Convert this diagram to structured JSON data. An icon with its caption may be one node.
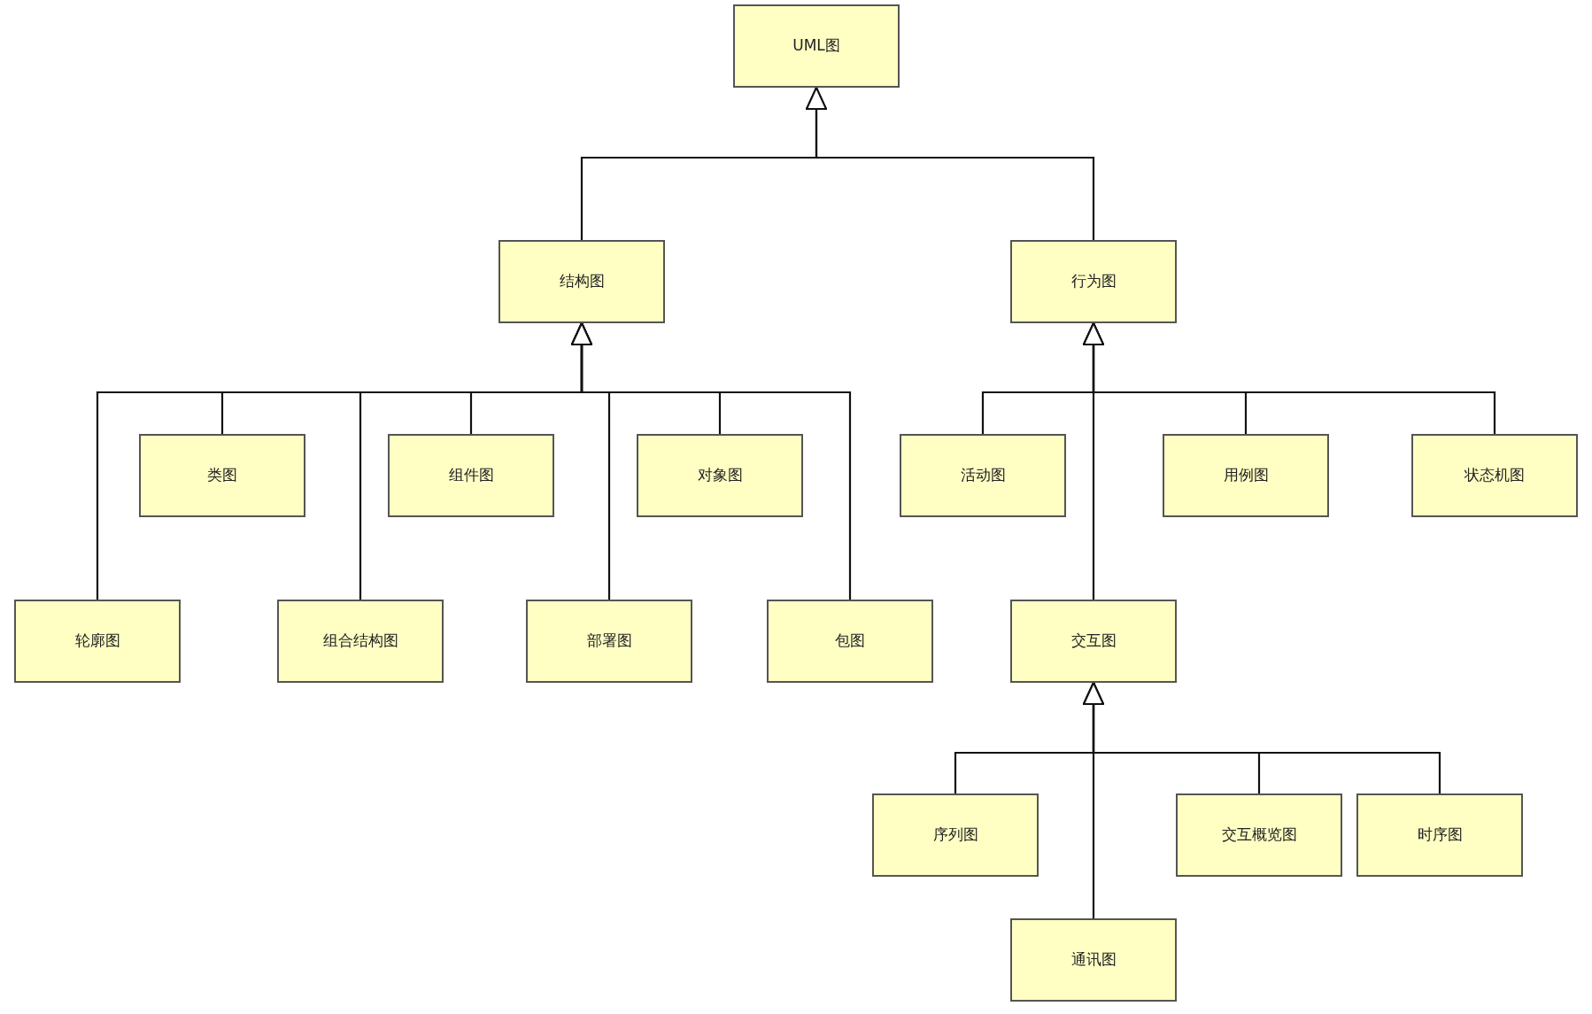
{
  "diagram": {
    "nodes": [
      {
        "text": [
          "UML图"
        ]
      },
      {
        "text": [
          "结构图"
        ]
      },
      {
        "text": [
          "行为图"
        ]
      },
      {
        "text": [
          "类图"
        ]
      },
      {
        "text": [
          "组件图"
        ]
      },
      {
        "text": [
          "对象图"
        ]
      },
      {
        "text": [
          "轮廓图"
        ]
      },
      {
        "text": [
          "组合结构图"
        ]
      },
      {
        "text": [
          "部署图"
        ]
      },
      {
        "text": [
          "包图"
        ]
      },
      {
        "text": [
          "活动图"
        ]
      },
      {
        "text": [
          "用例图"
        ]
      },
      {
        "text": [
          "状态机图"
        ]
      },
      {
        "text": [
          "交互图"
        ]
      },
      {
        "text": [
          "序列图"
        ]
      },
      {
        "text": [
          "交互概览图"
        ]
      },
      {
        "text": [
          "通讯图"
        ]
      },
      {
        "text": [
          "时序图"
        ]
      }
    ],
    "edges": [
      {
        "from": 1,
        "to": 0,
        "arrow": "to"
      },
      {
        "from": 2,
        "to": 0,
        "arrow": "to"
      },
      {
        "from": 6,
        "to": 1,
        "arrow": "to"
      },
      {
        "from": 3,
        "to": 1,
        "arrow": "to"
      },
      {
        "from": 7,
        "to": 1,
        "arrow": "to"
      },
      {
        "from": 4,
        "to": 1,
        "arrow": "to"
      },
      {
        "from": 8,
        "to": 1,
        "arrow": "to"
      },
      {
        "from": 5,
        "to": 1,
        "arrow": "to"
      },
      {
        "from": 9,
        "to": 1,
        "arrow": "to"
      },
      {
        "from": 10,
        "to": 2,
        "arrow": "to"
      },
      {
        "from": 11,
        "to": 2,
        "arrow": "to"
      },
      {
        "from": 12,
        "to": 2,
        "arrow": "to"
      },
      {
        "from": 13,
        "to": 2,
        "arrow": "to"
      },
      {
        "from": 14,
        "to": 13,
        "arrow": "to"
      },
      {
        "from": 15,
        "to": 13,
        "arrow": "to"
      },
      {
        "from": 16,
        "to": 13,
        "arrow": "to"
      },
      {
        "from": 17,
        "to": 13,
        "arrow": "to"
      }
    ]
  }
}
